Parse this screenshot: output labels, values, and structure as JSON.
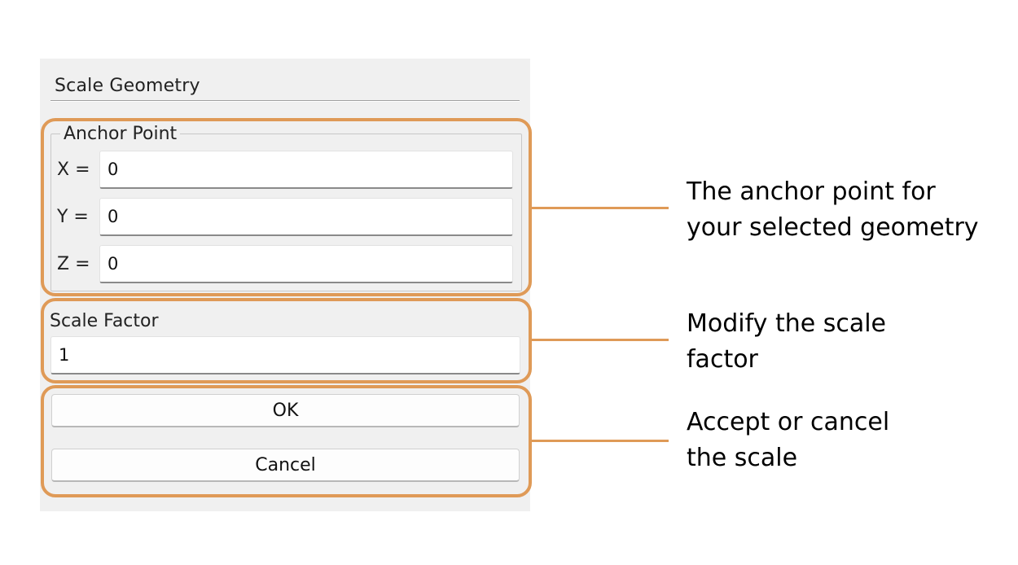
{
  "dialog": {
    "title": "Scale Geometry",
    "anchor_group": {
      "label": "Anchor Point",
      "rows": [
        {
          "label": "X =",
          "value": "0"
        },
        {
          "label": "Y =",
          "value": "0"
        },
        {
          "label": "Z =",
          "value": "0"
        }
      ]
    },
    "scale_factor": {
      "label": "Scale Factor",
      "value": "1"
    },
    "buttons": {
      "ok": "OK",
      "cancel": "Cancel"
    }
  },
  "annotations": {
    "anchor": {
      "line1": "The anchor point for",
      "line2": "your selected geometry"
    },
    "scale": {
      "line1": "Modify the scale",
      "line2": "factor"
    },
    "buttons": {
      "line1": "Accept or cancel",
      "line2": "the scale"
    }
  },
  "colors": {
    "highlight": "#df9a57",
    "panel_background": "#f0f0f0"
  }
}
